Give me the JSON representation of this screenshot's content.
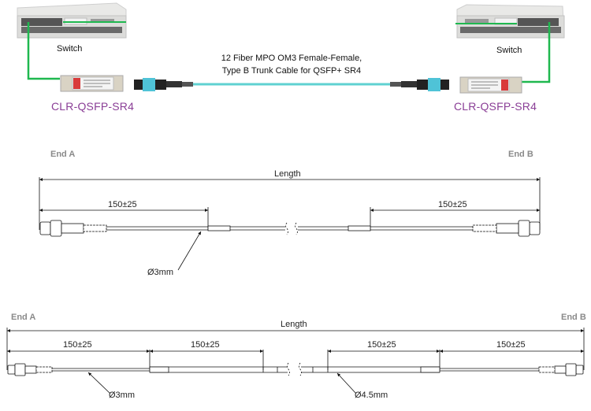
{
  "top_section": {
    "left_switch_label": "Switch",
    "right_switch_label": "Switch",
    "left_transceiver": "CLR-QSFP-SR4",
    "right_transceiver": "CLR-QSFP-SR4",
    "cable_title_line1": "12 Fiber MPO OM3 Female-Female,",
    "cable_title_line2": "Type B Trunk Cable for QSFP+ SR4",
    "colors": {
      "link_green": "#1fb84f",
      "cable_aqua": "#5fd1d1",
      "connector_aqua": "#4fc3d7",
      "product_purple": "#8a3e96"
    }
  },
  "drawing_1": {
    "end_a": "End A",
    "end_b": "End B",
    "length_label": "Length",
    "left_breakout": "150±25",
    "right_breakout": "150±25",
    "diameter": "Ø3mm"
  },
  "drawing_2": {
    "end_a": "End A",
    "end_b": "End B",
    "length_label": "Length",
    "dims": [
      "150±25",
      "150±25",
      "150±25",
      "150±25"
    ],
    "diameter_left": "Ø3mm",
    "diameter_right": "Ø4.5mm"
  }
}
